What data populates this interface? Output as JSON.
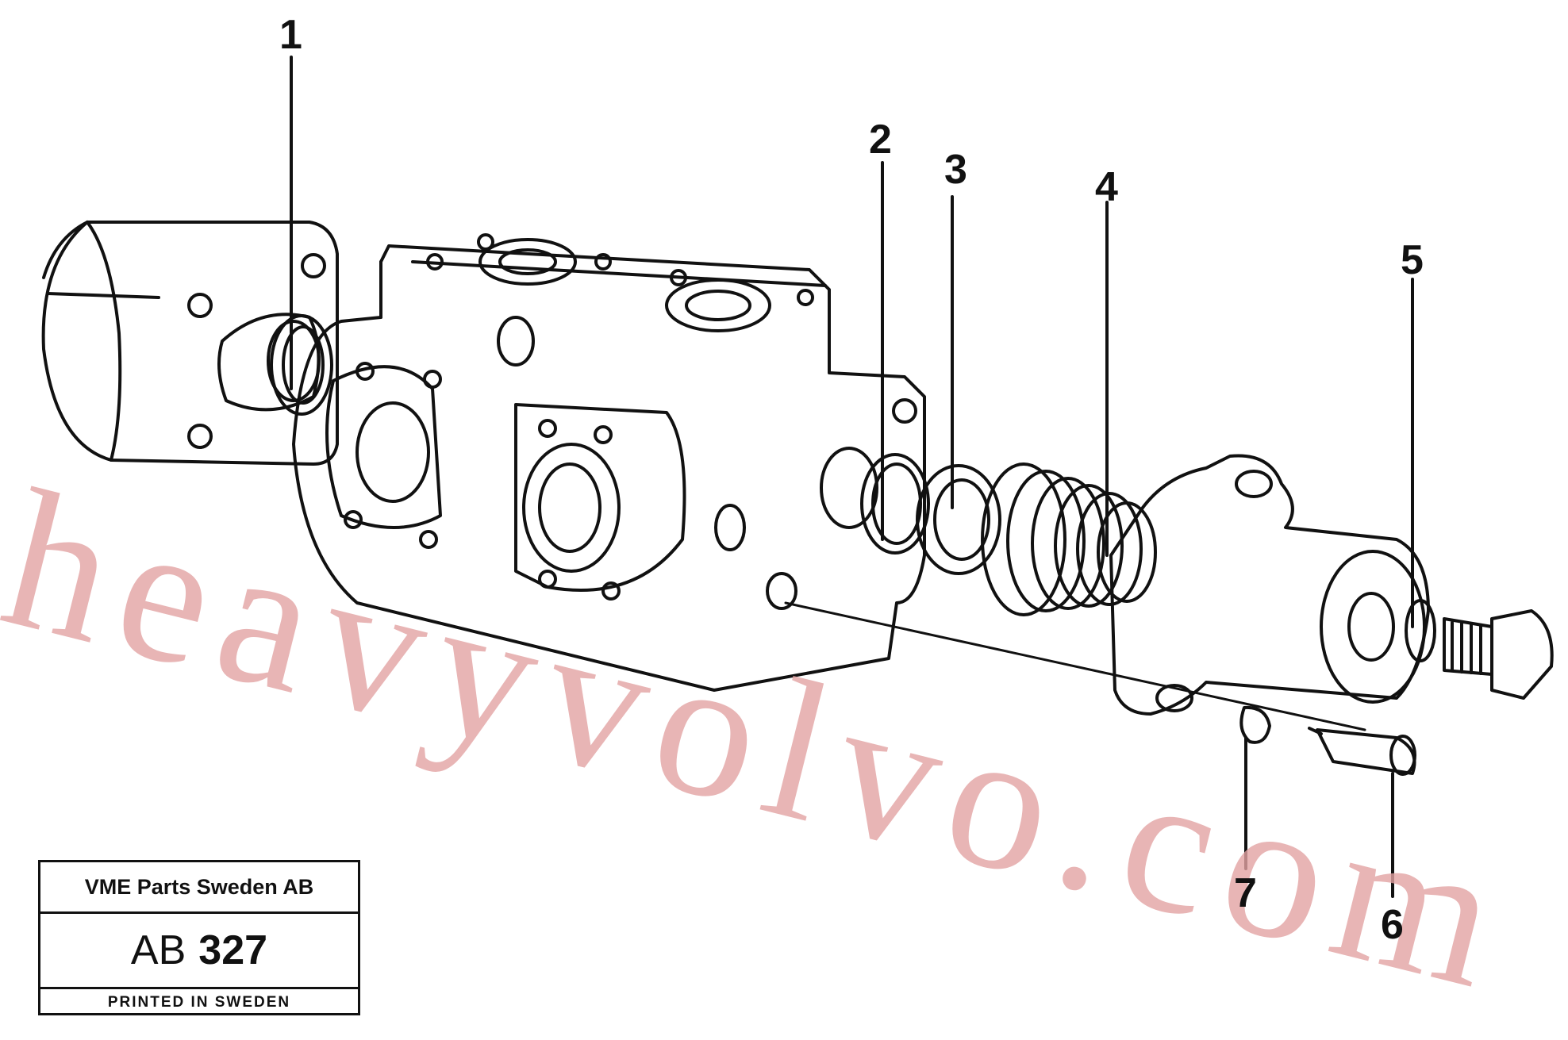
{
  "diagram": {
    "callouts": [
      {
        "id": "1",
        "label": "1"
      },
      {
        "id": "2",
        "label": "2"
      },
      {
        "id": "3",
        "label": "3"
      },
      {
        "id": "4",
        "label": "4"
      },
      {
        "id": "5",
        "label": "5"
      },
      {
        "id": "6",
        "label": "6"
      },
      {
        "id": "7",
        "label": "7"
      }
    ],
    "watermark": "heavyvolvo.com"
  },
  "title_block": {
    "company": "VME Parts Sweden AB",
    "code_prefix": "AB",
    "code_number": "327",
    "printed": "PRINTED IN SWEDEN"
  },
  "colors": {
    "ink": "#111111",
    "watermark": "#e3a3a3"
  }
}
